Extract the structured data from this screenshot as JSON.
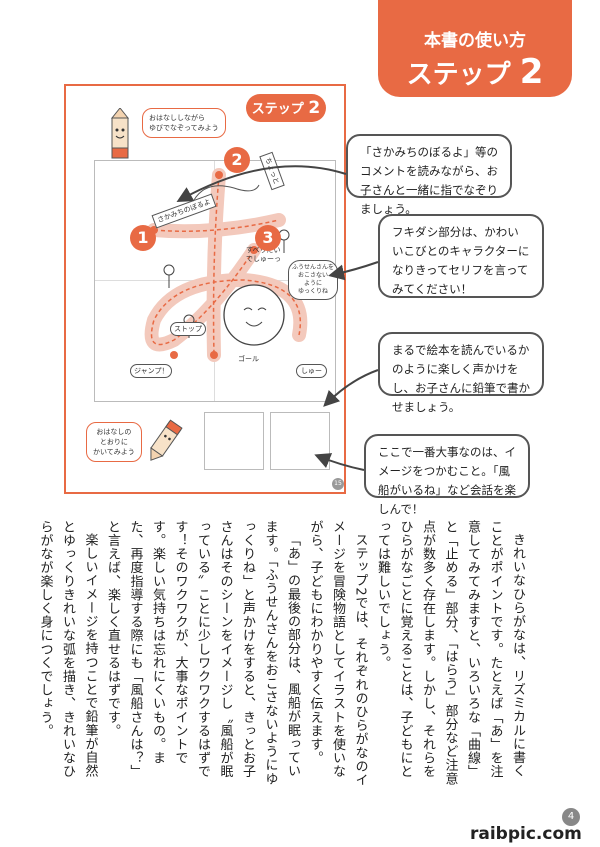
{
  "header": {
    "title": "本書の使い方",
    "step_word": "ステップ",
    "step_num": "2"
  },
  "sheet": {
    "tab_word": "ステップ",
    "tab_num": "2",
    "bubble_top": "おはなししながら\nゆびでなぞってみよう",
    "bubble_bottom": "おはなしの\nとおりに\nかいてみよう",
    "labels": [
      "ちょっと",
      "さかみちのぼるよ",
      "すべりだい\nでしゅーっ",
      "ふうせんさんを\nおこさない\nように\nゆっくりね",
      "ストップ",
      "ジャンプ！",
      "ゴール",
      "しゅー"
    ],
    "marker_1": "1",
    "marker_2": "2",
    "marker_3": "3",
    "corner_no": "15"
  },
  "callouts": [
    "「さかみちのぼるよ」等のコメントを読みながら、お子さんと一緒に指でなぞりましょう。",
    "フキダシ部分は、かわいいこびとのキャラクターになりきってセリフを言ってみてください！",
    "まるで絵本を読んでいるかのように楽しく声かけをし、お子さんに鉛筆で書かせましょう。",
    "ここで一番大事なのは、イメージをつかむこと。「風船がいるね」など会話を楽しんで！"
  ],
  "body_paragraphs": [
    "きれいなひらがなは、リズミカルに書くことがポイントです。たとえば「あ」を注意してみてみますと、いろいろな「曲線」と「止める」部分、「はらう」部分など注意点が数多く存在します。しかし、それらをひらがなごとに覚えることは、子どもにとっては難しいでしょう。",
    "ステップ2では、それぞれのひらがなのイメージを冒険物語としてイラストを使いながら、子どもにわかりやすく伝えます。",
    "「あ」の最後の部分は、風船が眠っています。「ふうせんさんをおこさないようにゆっくりね」と声かけをすると、きっとお子さんはそのシーンをイメージし〝風船が眠っている〟ことに少しワクワクするはずです！そのワクワクが、大事なポイントです。楽しい気持ちは忘れにくいもの。また、再度指導する際にも「風船さんは？」と言えば、楽しく直せるはずです。",
    "楽しいイメージを持つことで鉛筆が自然とゆっくりきれいな弧を描き、きれいなひらがなが楽しく身につくでしょう。"
  ],
  "page_number": "4",
  "watermark": "raibpic.com",
  "colors": {
    "accent": "#e86a44"
  }
}
